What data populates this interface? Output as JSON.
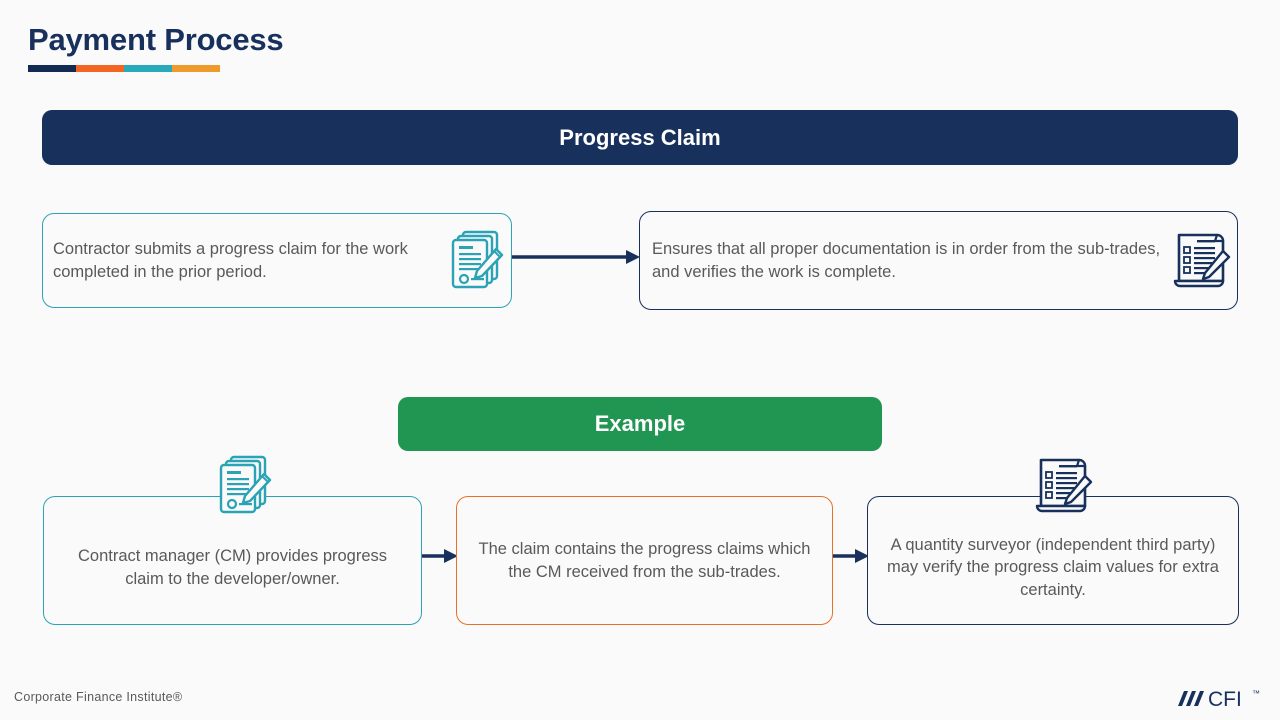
{
  "page": {
    "title": "Payment Process",
    "background_color": "#fafafa",
    "rule_colors": [
      "#132a52",
      "#f26522",
      "#29a9bc",
      "#ee9b2b"
    ]
  },
  "banners": {
    "progress_claim": {
      "label": "Progress Claim",
      "color": "#17305c"
    },
    "example": {
      "label": "Example",
      "color": "#219653"
    }
  },
  "flow": {
    "top_row": [
      {
        "text": "Contractor submits a progress claim for the work completed in the prior period.",
        "border_color": "#2aa3b5",
        "icon": "documents-pen-icon"
      },
      {
        "text": "Ensures that all proper documentation is in order from the sub-trades, and verifies the work is complete.",
        "border_color": "#17305c",
        "icon": "checklist-pen-icon"
      }
    ],
    "bottom_row": [
      {
        "text": "Contract manager (CM) provides progress claim to the developer/owner.",
        "border_color": "#2aa3b5",
        "icon": "documents-pen-icon"
      },
      {
        "text": "The claim contains the progress claims which the CM received from the sub-trades.",
        "border_color": "#e8702a",
        "icon": null
      },
      {
        "text": "A quantity surveyor (independent third party) may verify the progress claim values for extra certainty.",
        "border_color": "#17305c",
        "icon": "checklist-pen-icon"
      }
    ],
    "arrow_color": "#17305c"
  },
  "footer": {
    "credit": "Corporate Finance Institute®",
    "logo_text": "CFI",
    "logo_trademark": "™",
    "logo_color": "#17305c"
  }
}
